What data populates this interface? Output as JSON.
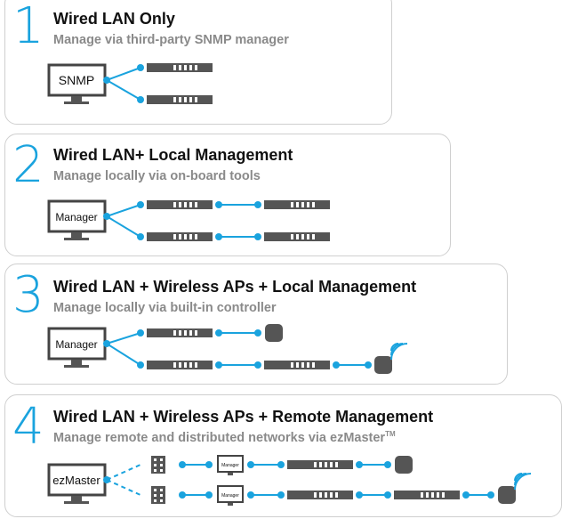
{
  "colors": {
    "accent": "#1aa3de",
    "device": "#555555",
    "panel_border": "#cfcfcf"
  },
  "scenarios": [
    {
      "number": "1",
      "title": "Wired LAN Only",
      "subtitle": "Manage via third-party SNMP manager",
      "monitor_label": "SNMP"
    },
    {
      "number": "2",
      "title": "Wired LAN+ Local Management",
      "subtitle": "Manage locally via on-board tools",
      "monitor_label": "Manager"
    },
    {
      "number": "3",
      "title": "Wired LAN + Wireless APs + Local Management",
      "subtitle": "Manage locally via built-in controller",
      "monitor_label": "Manager"
    },
    {
      "number": "4",
      "title": "Wired LAN + Wireless APs + Remote Management",
      "subtitle": "Manage remote and distributed networks via ezMaster",
      "subtitle_mark": "TM",
      "monitor_label": "ezMaster",
      "small_monitor_label": "Manager"
    }
  ]
}
